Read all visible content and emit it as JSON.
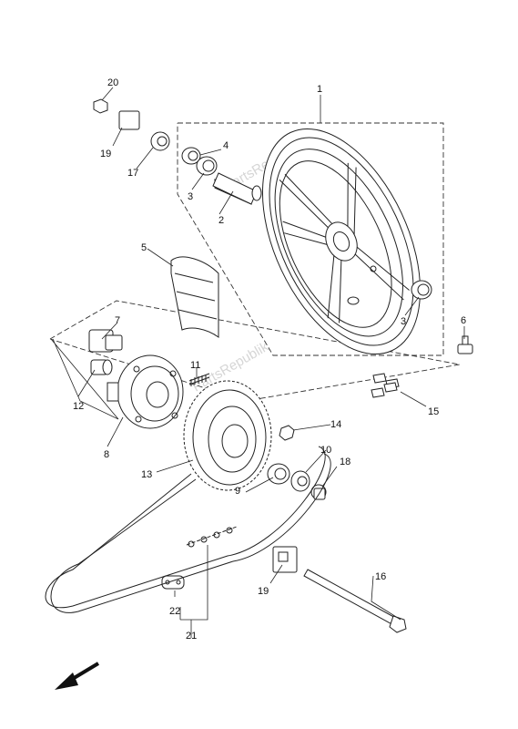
{
  "watermark": "PartsRepublik",
  "callouts": {
    "c1": "1",
    "c2": "2",
    "c3a": "3",
    "c3b": "3",
    "c4": "4",
    "c5": "5",
    "c6": "6",
    "c7": "7",
    "c8": "8",
    "c9": "9",
    "c10": "10",
    "c11": "11",
    "c12": "12",
    "c13": "13",
    "c14": "14",
    "c15": "15",
    "c16": "16",
    "c17": "17",
    "c18": "18",
    "c19a": "19",
    "c19b": "19",
    "c20": "20",
    "c21": "21",
    "c22": "22"
  },
  "icons": {
    "direction": "front-direction-arrow-icon"
  }
}
